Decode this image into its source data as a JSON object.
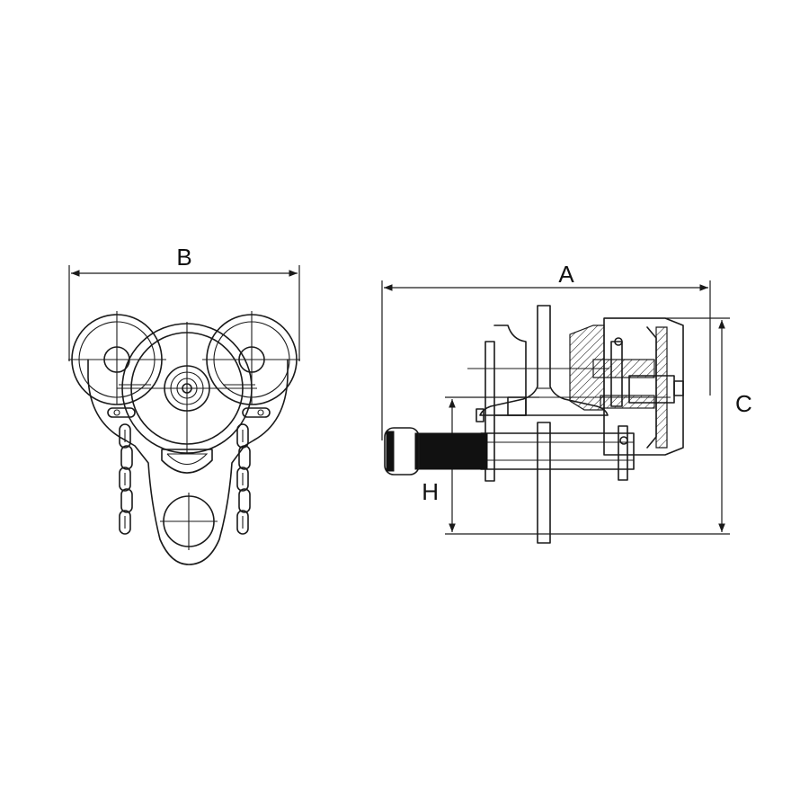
{
  "dimensions": {
    "a": "A",
    "b": "B",
    "c": "C",
    "h": "H"
  }
}
